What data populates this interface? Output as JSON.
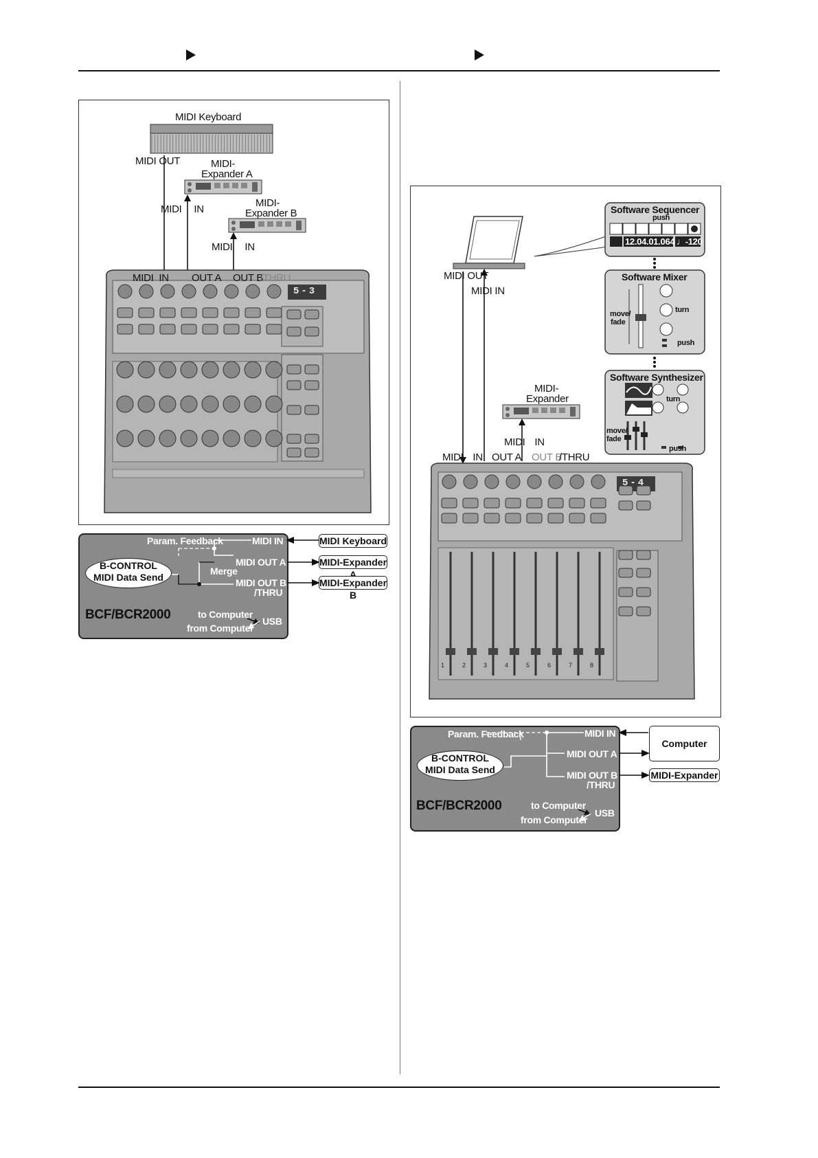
{
  "left_diagram": {
    "keyboard_label": "MIDI Keyboard",
    "midi_out": "MIDI OUT",
    "expander_a": "MIDI-\nExpander A",
    "expander_a_l1": "MIDI-",
    "expander_a_l2": "Expander A",
    "midi_in_a": "MIDI IN",
    "expander_b_l1": "MIDI-",
    "expander_b_l2": "Expander B",
    "midi_in_b": "MIDI IN",
    "port_midi_in": "MIDI IN",
    "port_out_a": "OUT A",
    "port_out_b": "OUT B",
    "port_thru": "/THRU",
    "display": "5-3"
  },
  "left_flow": {
    "param_feedback": "Param. Feedback",
    "midi_in": "MIDI IN",
    "midi_out_a": "MIDI OUT A",
    "merge": "Merge",
    "midi_out_b": "MIDI OUT B",
    "thru": "/THRU",
    "bcontrol_l1": "B-CONTROL",
    "bcontrol_l2": "MIDI Data Send",
    "model": "BCF/BCR2000",
    "to_computer": "to Computer",
    "from_computer": "from Computer",
    "usb": "USB",
    "tag_keyboard": "MIDI Keyboard",
    "tag_exp_a": "MIDI-Expander A",
    "tag_exp_b": "MIDI-Expander B"
  },
  "right_diagram": {
    "seq_title": "Software Sequencer",
    "seq_push": "push",
    "seq_position": "12.04.01.064",
    "seq_tempo": "♩-120",
    "mixer_title": "Software Mixer",
    "mixer_move": "move/",
    "mixer_fade": "fade",
    "mixer_turn": "turn",
    "mixer_push": "push",
    "synth_title": "Software Synthesizer",
    "synth_turn": "turn",
    "synth_move": "move/",
    "synth_fade": "fade",
    "synth_push": "push",
    "midi_out": "MIDI OUT",
    "midi_in": "MIDI IN",
    "expander_l1": "MIDI-",
    "expander_l2": "Expander",
    "exp_midi_in": "MIDI IN",
    "port_midi_in": "MIDI IN",
    "port_out_a": "OUT A",
    "port_out_b": "OUT B",
    "port_thru": "/THRU",
    "display": "5-4",
    "fader_numbers": [
      "1",
      "2",
      "3",
      "4",
      "5",
      "6",
      "7",
      "8"
    ]
  },
  "right_flow": {
    "param_feedback": "Param. Feedback",
    "midi_in": "MIDI IN",
    "midi_out_a": "MIDI OUT A",
    "midi_out_b": "MIDI OUT B",
    "thru": "/THRU",
    "bcontrol_l1": "B-CONTROL",
    "bcontrol_l2": "MIDI Data Send",
    "model": "BCF/BCR2000",
    "to_computer": "to Computer",
    "from_computer": "from Computer",
    "usb": "USB",
    "tag_computer": "Computer",
    "tag_expander": "MIDI-Expander"
  },
  "colors": {
    "panel_gray": "#8a8a8a",
    "device_gray": "#a9a9a9",
    "line": "#111111"
  }
}
